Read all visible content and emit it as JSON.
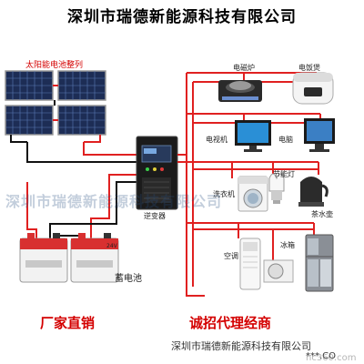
{
  "title": "深圳市瑞德新能源科技有限公司",
  "labels": {
    "solar_array": "太阳能电池整列",
    "inverter": "逆变器",
    "battery": "蓄电池",
    "battery_voltage": "24V",
    "induction_cooker": "电磁炉",
    "rice_cooker": "电饭煲",
    "tv": "电视机",
    "computer": "电脑",
    "washer": "洗衣机",
    "lamp": "节能灯",
    "kettle": "茶水壶",
    "ac": "空调",
    "fridge": "冰箱"
  },
  "slogans": {
    "left": "厂家直销",
    "right": "诚招代理经商"
  },
  "footer": {
    "company": "深圳市瑞德新能源科技有限公司",
    "contact": "***.CO"
  },
  "watermarks": {
    "center": "深圳市瑞德新能源科技有限公司",
    "corner": "hc360.com"
  },
  "colors": {
    "wire": "#e02020",
    "black_wire": "#111111",
    "accent_red": "#d40000",
    "panel_blue": "#2c3e70"
  }
}
